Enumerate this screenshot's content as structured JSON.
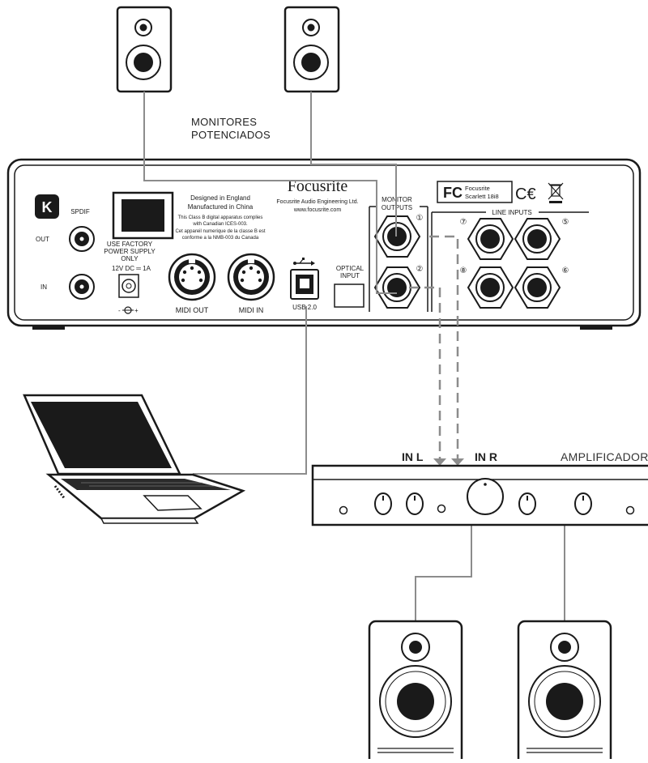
{
  "labels": {
    "powered_monitors_line1": "MONITORES",
    "powered_monitors_line2": "POTENCIADOS",
    "in_l": "IN L",
    "in_r": "IN R",
    "amplifier": "AMPLIFICADOR"
  },
  "interface": {
    "brand": "Focusrite",
    "company": "Focusrite Audio Engineering Ltd.",
    "website": "www.focusrite.com",
    "designed": "Designed in England",
    "manufactured": "Manufactured in China",
    "compliance_1": "This Class B digital apparatus complies",
    "compliance_2": "with Canadian ICES-003.",
    "compliance_3": "Cet appareil numerique de la classe B est",
    "compliance_4": "conforme a la NMB-003 du Canada",
    "spdif": "SPDIF",
    "spdif_out": "OUT",
    "spdif_in": "IN",
    "psu_1": "USE FACTORY",
    "psu_2": "POWER SUPPLY",
    "psu_3": "ONLY",
    "psu_rating": "12V DC ═ 1A",
    "midi_out": "MIDI OUT",
    "midi_in": "MIDI IN",
    "usb": "USB 2.0",
    "optical_1": "OPTICAL",
    "optical_2": "INPUT",
    "monitor_1": "MONITOR",
    "monitor_2": "OUTPUTS",
    "line_inputs": "LINE INPUTS",
    "fcc_model_1": "Focusrite",
    "fcc_model_2": "Scarlett 18i8",
    "fc_mark": "FC",
    "ce_mark": "C€",
    "k_logo": "K",
    "out_num_1": "①",
    "out_num_2": "②",
    "in_num_5": "⑤",
    "in_num_6": "⑥",
    "in_num_7": "⑦",
    "in_num_8": "⑧"
  }
}
